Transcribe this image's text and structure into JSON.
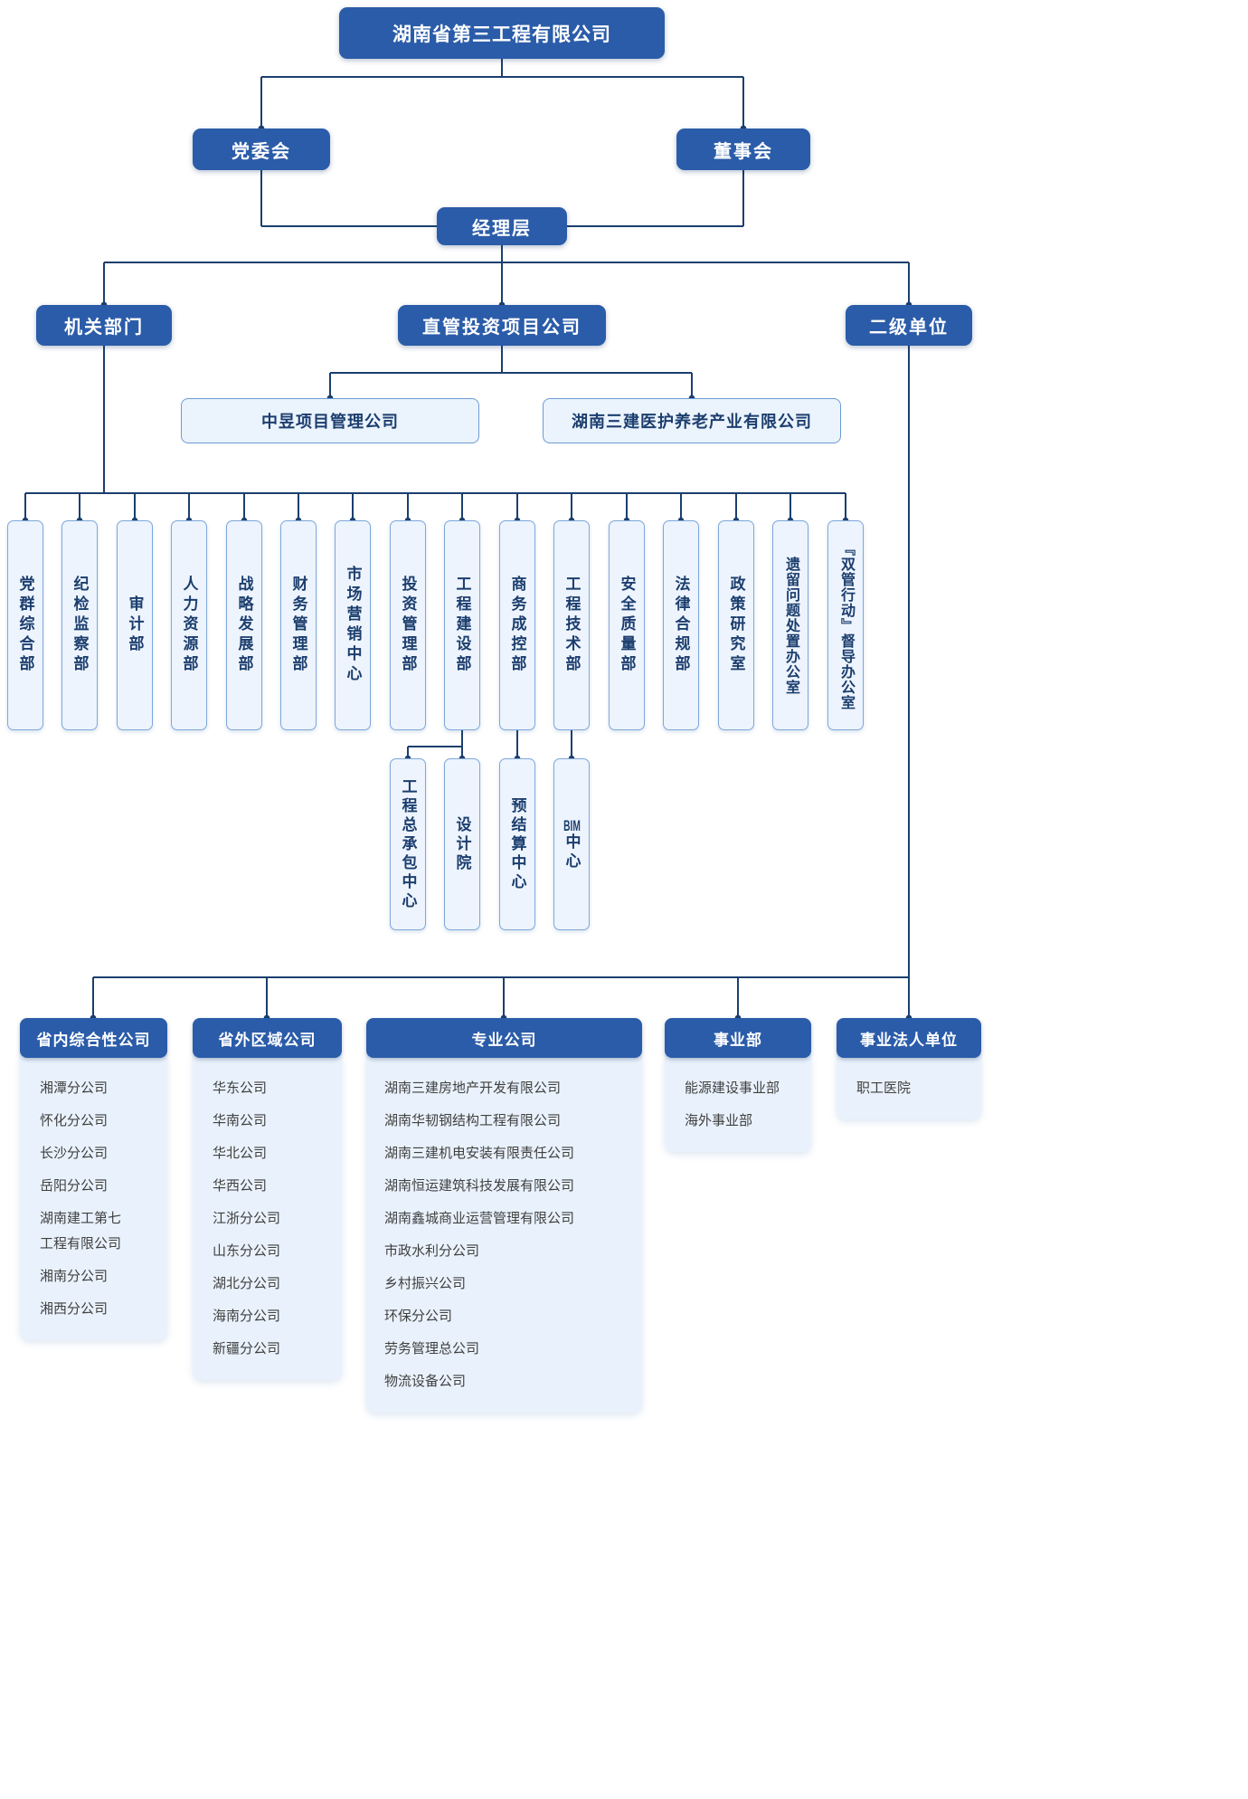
{
  "nodes": {
    "root": "湖南省第三工程有限公司",
    "party_committee": "党委会",
    "board": "董事会",
    "management": "经理层",
    "org_departments": "机关部门",
    "direct_investment": "直管投资项目公司",
    "secondary_units": "二级单位"
  },
  "invest_companies": [
    "中昱项目管理公司",
    "湖南三建医护养老产业有限公司"
  ],
  "departments": [
    "党群综合部",
    "纪检监察部",
    "审计部",
    "人力资源部",
    "战略发展部",
    "财务管理部",
    "市场营销中心",
    "投资管理部",
    "工程建设部",
    "商务成控部",
    "工程技术部",
    "安全质量部",
    "法律合规部",
    "政策研究室",
    "遗留问题处置办公室",
    "『双管行动』督导办公室"
  ],
  "dept_children": [
    "工程总承包中心",
    "设计院",
    "预结算中心",
    "BIM中心"
  ],
  "groups": [
    {
      "title": "省内综合性公司",
      "items": [
        "湘潭分公司",
        "怀化分公司",
        "长沙分公司",
        "岳阳分公司",
        "湖南建工第七\n工程有限公司",
        "湘南分公司",
        "湘西分公司"
      ]
    },
    {
      "title": "省外区域公司",
      "items": [
        "华东公司",
        "华南公司",
        "华北公司",
        "华西公司",
        "江浙分公司",
        "山东分公司",
        "湖北分公司",
        "海南分公司",
        "新疆分公司"
      ]
    },
    {
      "title": "专业公司",
      "items": [
        "湖南三建房地产开发有限公司",
        "湖南华韧钢结构工程有限公司",
        "湖南三建机电安装有限责任公司",
        "湖南恒运建筑科技发展有限公司",
        "湖南鑫城商业运营管理有限公司",
        "市政水利分公司",
        "乡村振兴公司",
        "环保分公司",
        "劳务管理总公司",
        "物流设备公司"
      ]
    },
    {
      "title": "事业部",
      "items": [
        "能源建设事业部",
        "海外事业部"
      ]
    },
    {
      "title": "事业法人单位",
      "items": [
        "职工医院"
      ]
    }
  ],
  "colors": {
    "primary": "#2B5CA9",
    "panel": "#E9F2FC",
    "line": "#1B3F6E",
    "border": "#7FA8DA"
  }
}
